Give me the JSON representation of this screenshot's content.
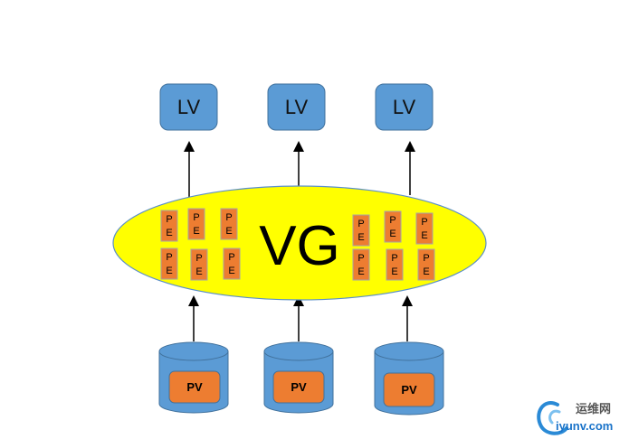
{
  "diagram": {
    "lvs": [
      {
        "label": "LV"
      },
      {
        "label": "LV"
      },
      {
        "label": "LV"
      }
    ],
    "vg": {
      "label": "VG",
      "pe_label_top": "P",
      "pe_label_bottom": "E",
      "pe_count": 12
    },
    "pvs": [
      {
        "label": "PV"
      },
      {
        "label": "PV"
      },
      {
        "label": "PV"
      }
    ],
    "colors": {
      "lv_fill": "#5b9bd5",
      "lv_stroke": "#41719c",
      "vg_fill": "#ffff00",
      "vg_stroke": "#5b8fc9",
      "pe_fill": "#ed7d31",
      "pe_stroke": "#a5a5a5",
      "pv_fill": "#5b9bd5",
      "pv_inner_fill": "#ed7d31",
      "arrow": "#000000"
    }
  },
  "watermark": {
    "chinese": "运维网",
    "domain": "iyunv.com"
  }
}
